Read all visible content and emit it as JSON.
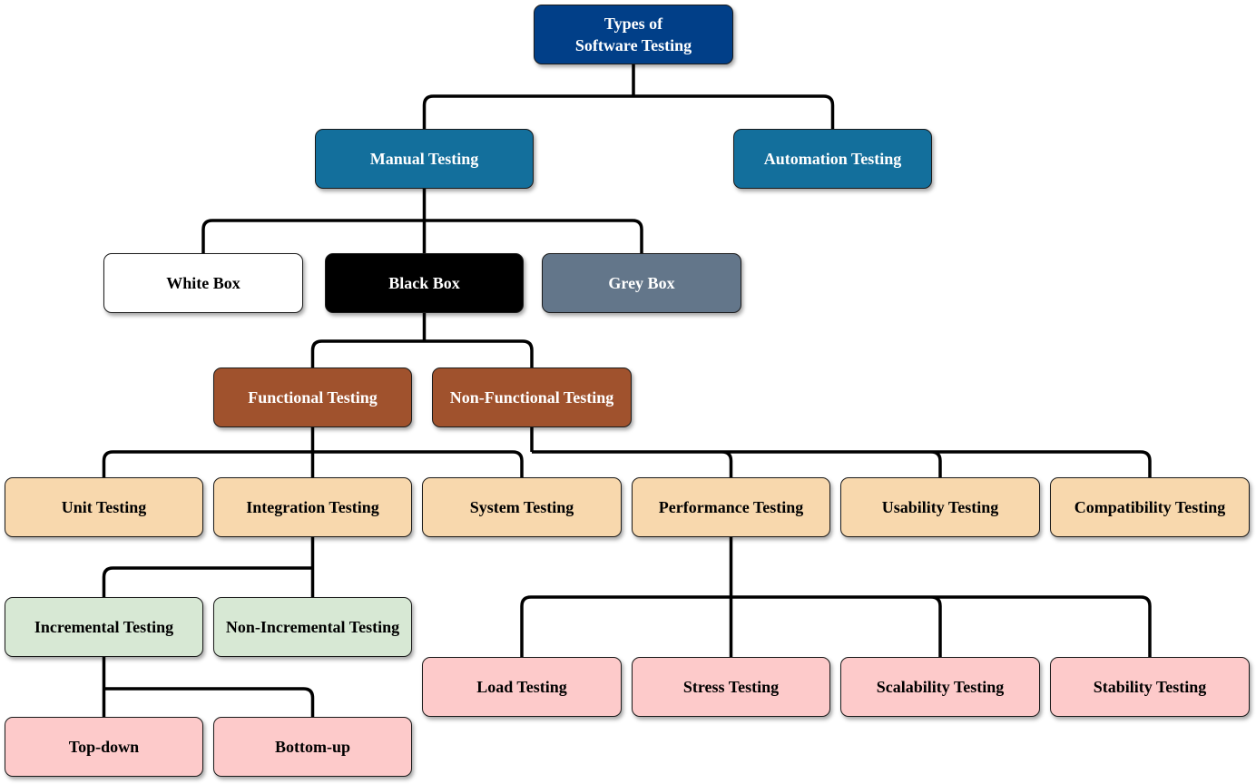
{
  "palette": {
    "root": "#013f88",
    "level1": "#136f9c",
    "white_box": "#ffffff",
    "black_box": "#000000",
    "grey_box": "#63768a",
    "brown": "#a0522d",
    "peach": "#f8d8ad",
    "green": "#d7e8d4",
    "pink": "#fdcaca",
    "connector": "#000000"
  },
  "nodes": {
    "root": "Types of\nSoftware Testing",
    "manual": "Manual Testing",
    "automation": "Automation Testing",
    "white_box": "White Box",
    "black_box": "Black Box",
    "grey_box": "Grey Box",
    "functional": "Functional Testing",
    "non_functional": "Non-Functional Testing",
    "unit": "Unit Testing",
    "integration": "Integration Testing",
    "system": "System Testing",
    "performance": "Performance Testing",
    "usability": "Usability Testing",
    "compatibility": "Compatibility Testing",
    "incremental": "Incremental Testing",
    "non_incremental": "Non-Incremental Testing",
    "load": "Load Testing",
    "stress": "Stress Testing",
    "scalability": "Scalability Testing",
    "stability": "Stability Testing",
    "top_down": "Top-down",
    "bottom_up": "Bottom-up"
  },
  "edges": [
    [
      "root",
      "manual"
    ],
    [
      "root",
      "automation"
    ],
    [
      "manual",
      "white_box"
    ],
    [
      "manual",
      "black_box"
    ],
    [
      "manual",
      "grey_box"
    ],
    [
      "black_box",
      "functional"
    ],
    [
      "black_box",
      "non_functional"
    ],
    [
      "functional",
      "unit"
    ],
    [
      "functional",
      "integration"
    ],
    [
      "functional",
      "system"
    ],
    [
      "non_functional",
      "performance"
    ],
    [
      "non_functional",
      "usability"
    ],
    [
      "non_functional",
      "compatibility"
    ],
    [
      "integration",
      "incremental"
    ],
    [
      "integration",
      "non_incremental"
    ],
    [
      "performance",
      "load"
    ],
    [
      "performance",
      "stress"
    ],
    [
      "performance",
      "scalability"
    ],
    [
      "performance",
      "stability"
    ],
    [
      "incremental",
      "top_down"
    ],
    [
      "incremental",
      "bottom_up"
    ]
  ]
}
